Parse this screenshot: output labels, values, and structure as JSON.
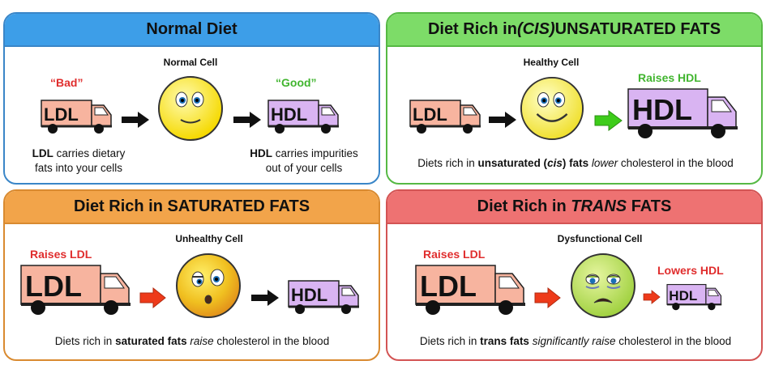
{
  "panels": {
    "normal": {
      "title": "Normal Diet",
      "bad_label": "“Bad”",
      "good_label": "“Good”",
      "cell_label": "Normal Cell",
      "ldl_caption": {
        "bold": "LDL",
        "rest": " carries dietary",
        "line2": "fats into your cells"
      },
      "hdl_caption": {
        "bold": "HDL",
        "rest": " carries impurities",
        "line2": "out of your cells"
      },
      "left_truck": "LDL",
      "right_truck": "HDL"
    },
    "cis": {
      "title_pre": "Diet Rich in ",
      "title_italic": "(CIS)",
      "title_post": " UNSATURATED FATS",
      "cell_label": "Healthy Cell",
      "effect_label": "Raises HDL",
      "left_truck": "LDL",
      "right_truck": "HDL",
      "caption": {
        "pre": "Diets rich in ",
        "bold1": "unsaturated (",
        "bold_italic": "cis",
        "bold2": ") fats",
        "italic": " lower",
        "post": " cholesterol in the blood"
      }
    },
    "saturated": {
      "title": "Diet Rich in SATURATED FATS",
      "cell_label": "Unhealthy Cell",
      "effect_label": "Raises LDL",
      "left_truck": "LDL",
      "right_truck": "HDL",
      "caption": {
        "pre": "Diets rich in ",
        "bold": "saturated fats",
        "italic": " raise",
        "post": " cholesterol in the blood"
      }
    },
    "trans": {
      "title_pre": "Diet Rich in ",
      "title_italic": "TRANS",
      "title_post": " FATS",
      "cell_label": "Dysfunctional Cell",
      "effect_left": "Raises LDL",
      "effect_right": "Lowers HDL",
      "left_truck": "LDL",
      "right_truck": "HDL",
      "caption": {
        "pre": "Diets rich in ",
        "bold": "trans fats",
        "italic": " significantly raise",
        "post": " cholesterol in the blood"
      }
    }
  },
  "colors": {
    "blue_header": "#3d9ee8",
    "green_header": "#7ddc68",
    "orange_header": "#f2a44a",
    "red_header": "#ee7272",
    "ldl_truck": "#f7b49f",
    "hdl_truck": "#d9b4f2",
    "green_arrow": "#3dcc1a",
    "red_arrow": "#ee3a1a"
  }
}
